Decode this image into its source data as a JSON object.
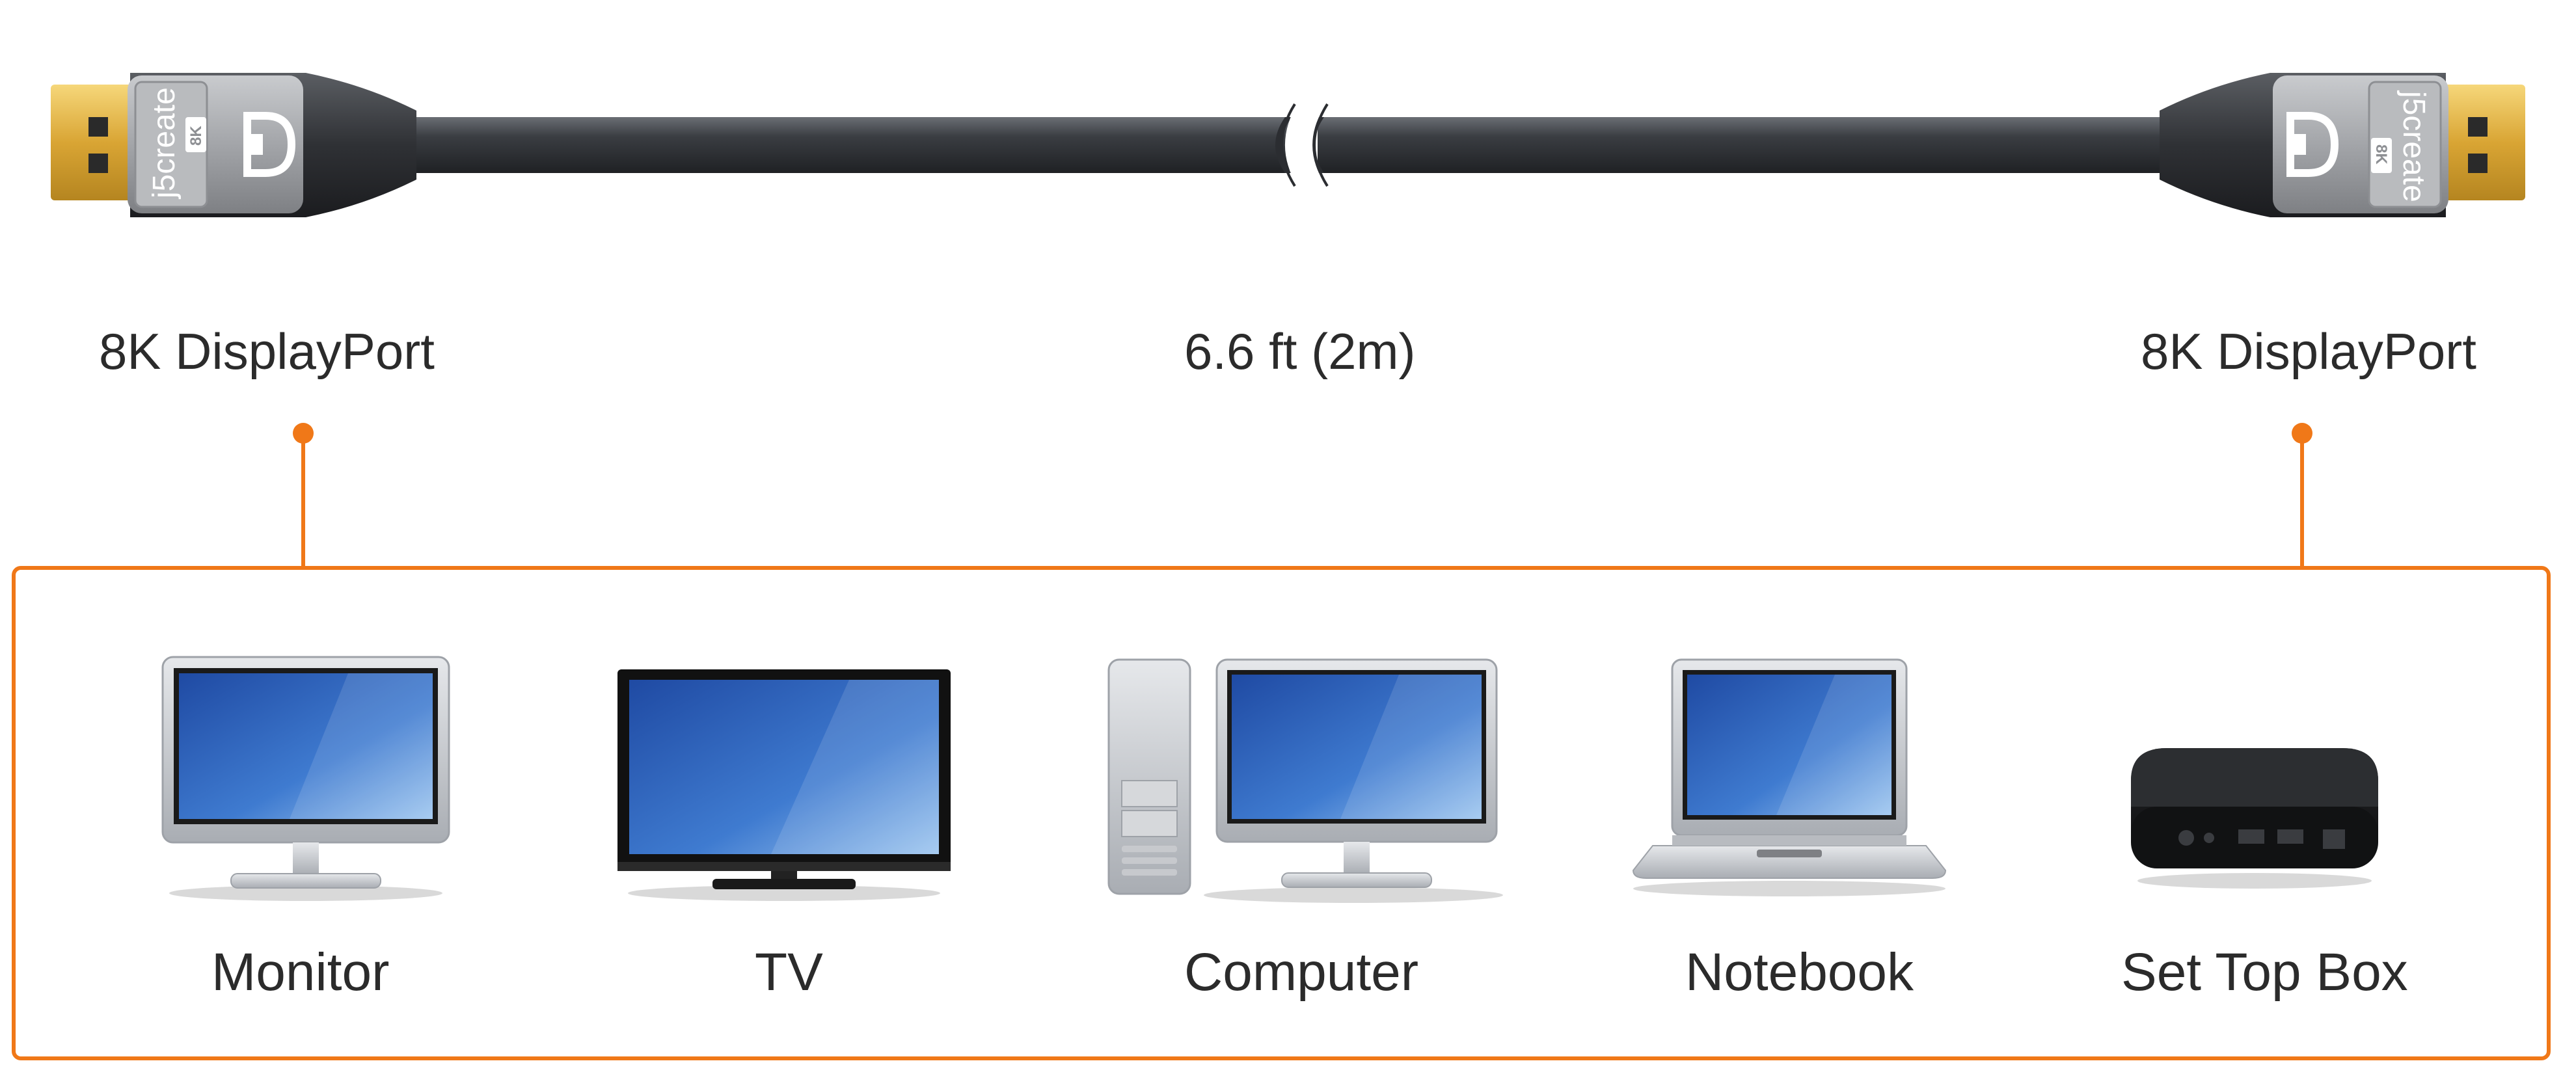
{
  "colors": {
    "accent": "#F07818",
    "cable": "#3a3d42",
    "housing": "#9a9ca0",
    "gold": "#e0b13a"
  },
  "cable": {
    "left_connector_label": "8K DisplayPort",
    "right_connector_label": "8K DisplayPort",
    "length_label": "6.6 ft (2m)",
    "brand_text": "j5create",
    "badge_text": "8K"
  },
  "devices": [
    {
      "label": "Monitor",
      "icon": "monitor-icon"
    },
    {
      "label": "TV",
      "icon": "tv-icon"
    },
    {
      "label": "Computer",
      "icon": "computer-icon"
    },
    {
      "label": "Notebook",
      "icon": "notebook-icon"
    },
    {
      "label": "Set Top Box",
      "icon": "set-top-box-icon"
    }
  ]
}
